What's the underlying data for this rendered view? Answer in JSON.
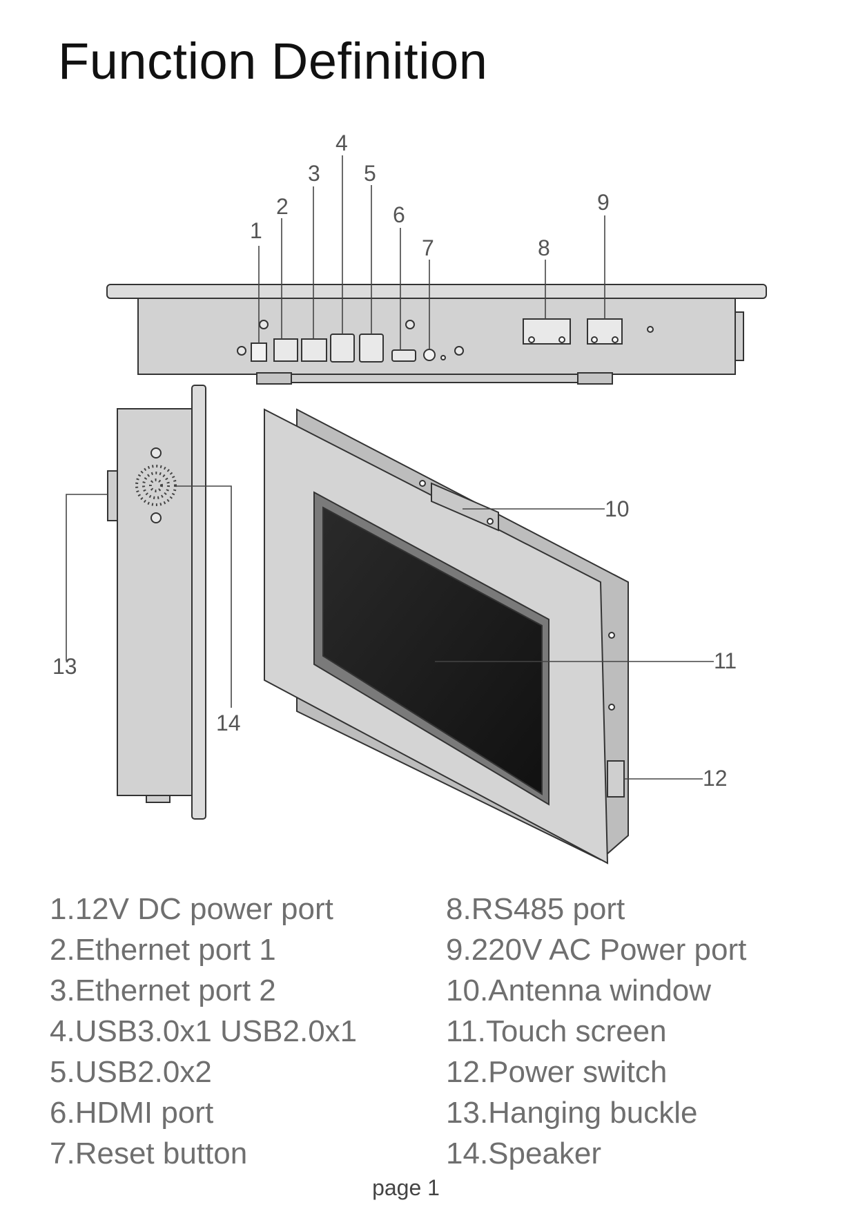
{
  "title": "Function Definition",
  "callouts": [
    "1",
    "2",
    "3",
    "4",
    "5",
    "6",
    "7",
    "8",
    "9",
    "10",
    "11",
    "12",
    "13",
    "14"
  ],
  "legend": {
    "left": [
      "1.12V DC power port",
      "2.Ethernet port 1",
      "3.Ethernet port 2",
      "4.USB3.0x1 USB2.0x1",
      "5.USB2.0x2",
      "6.HDMI port",
      "7.Reset button"
    ],
    "right": [
      "8.RS485 port",
      "9.220V AC Power port",
      "10.Antenna window",
      "11.Touch screen",
      "12.Power switch",
      "13.Hanging buckle",
      "14.Speaker"
    ]
  },
  "footer": "page 1"
}
